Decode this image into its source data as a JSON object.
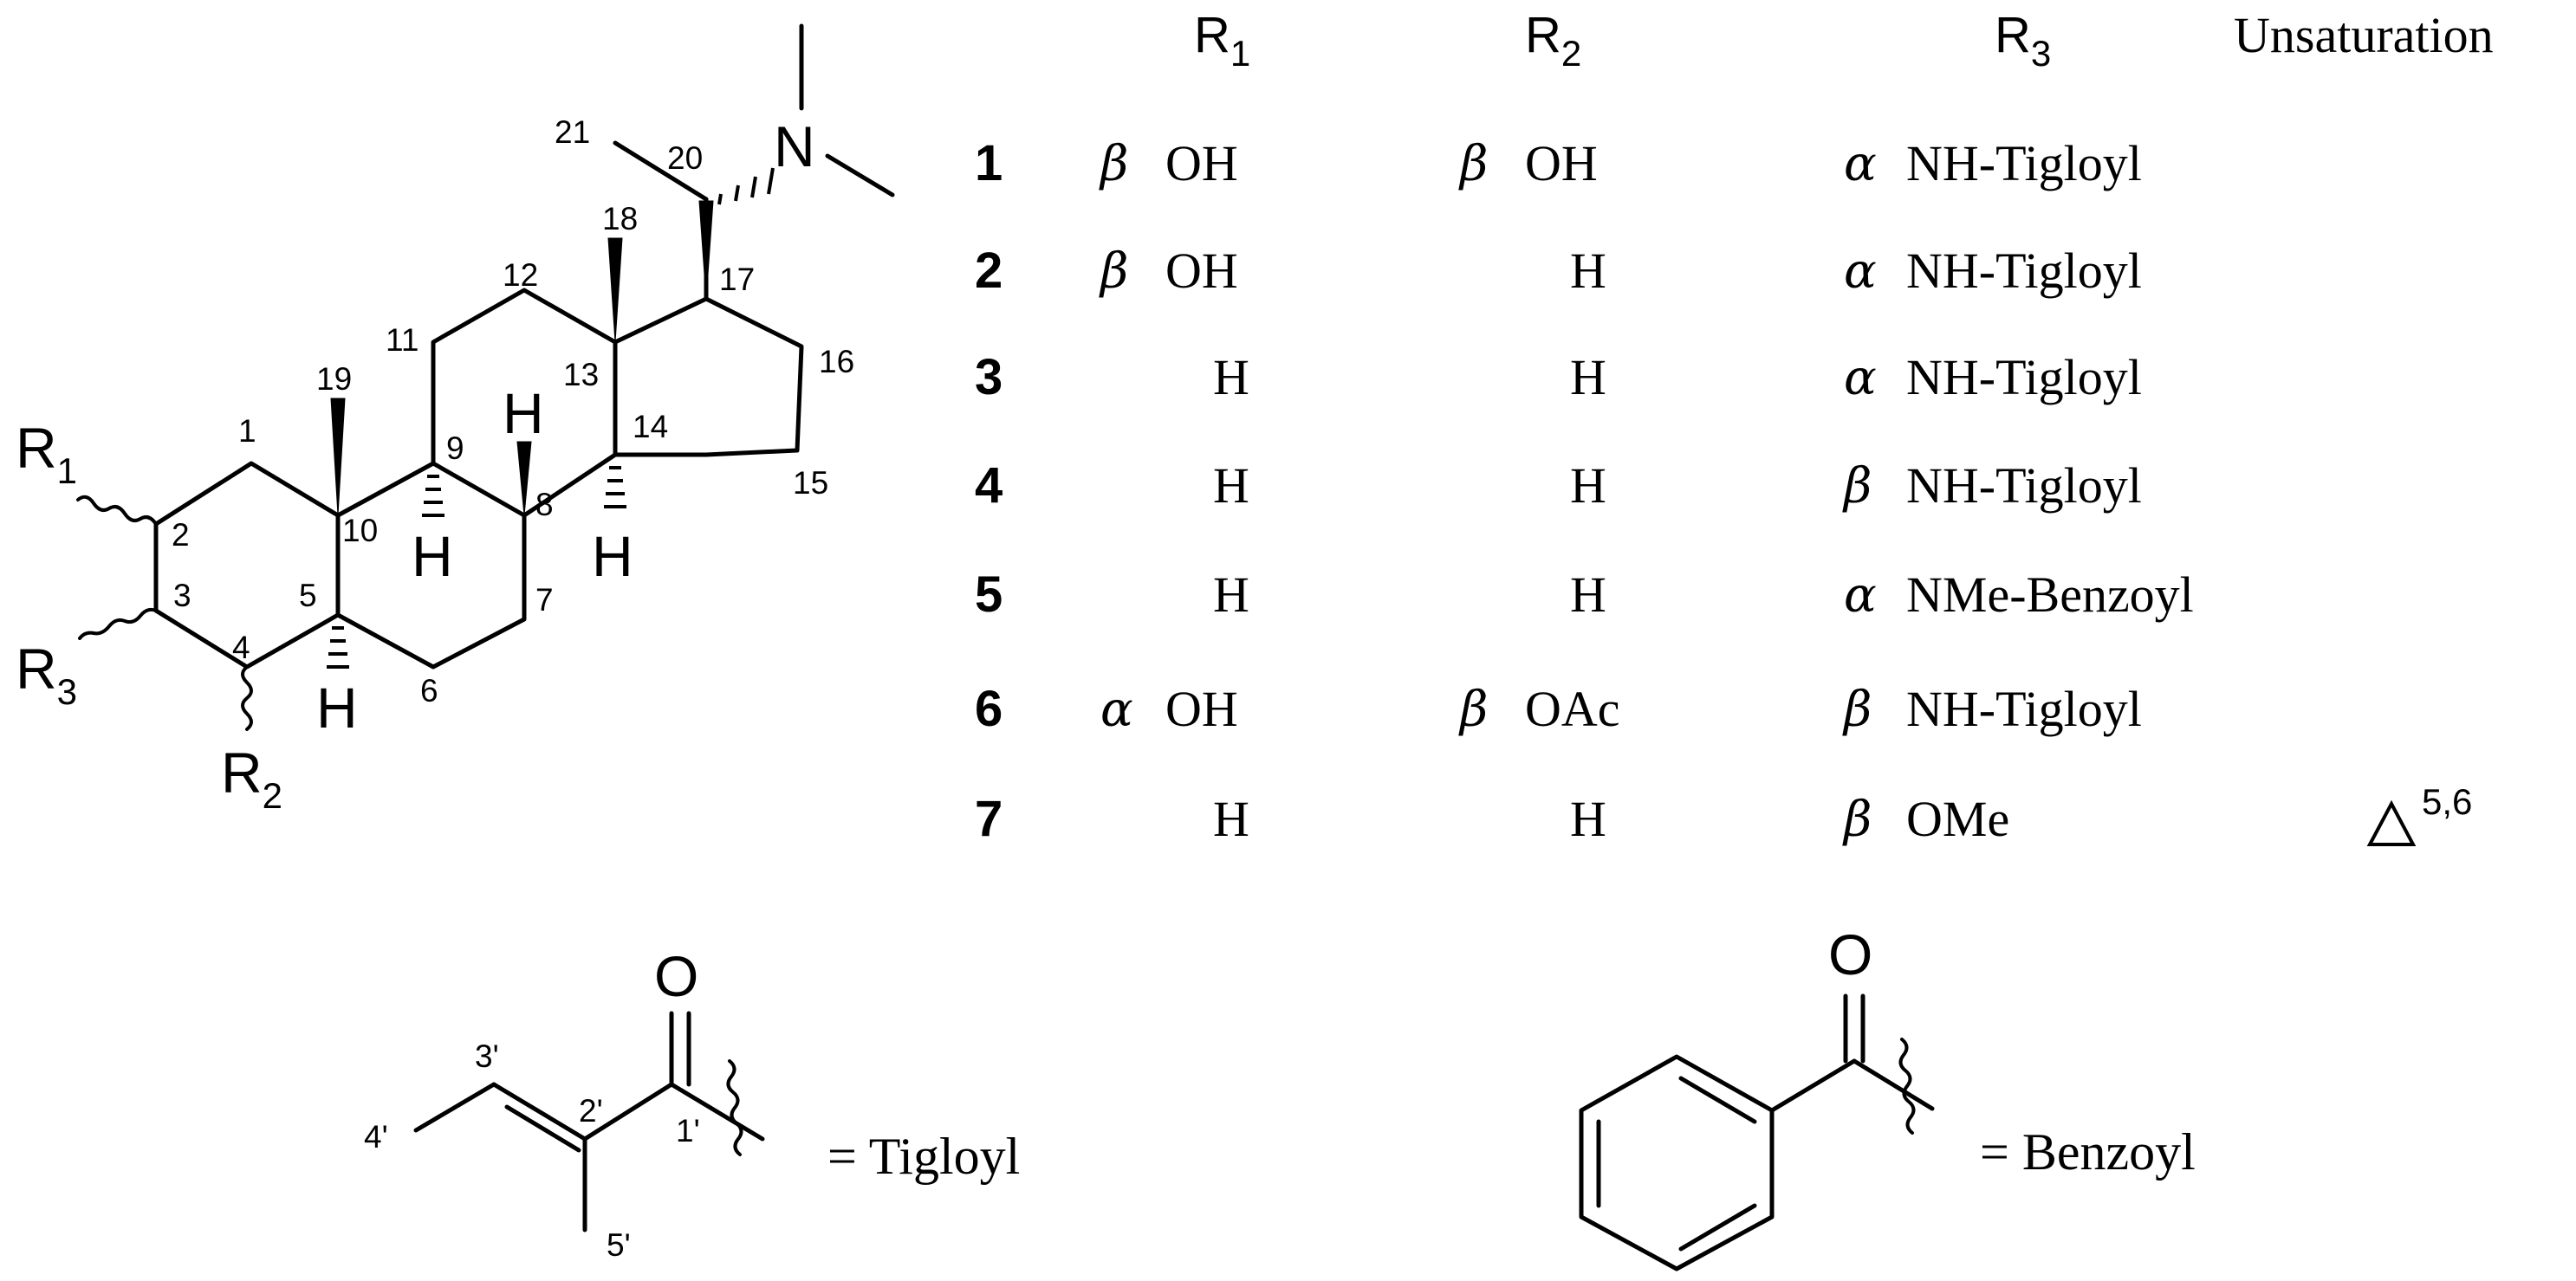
{
  "steroid": {
    "substituents": [
      "R1",
      "R2",
      "R3"
    ],
    "hydrogen_label": "H",
    "nitrogen_label": "N",
    "locants": [
      "1",
      "2",
      "3",
      "4",
      "5",
      "6",
      "7",
      "8",
      "9",
      "10",
      "11",
      "12",
      "13",
      "14",
      "15",
      "16",
      "17",
      "18",
      "19",
      "20",
      "21"
    ]
  },
  "table": {
    "headers": [
      "R1",
      "R2",
      "R3",
      "Unsaturation"
    ],
    "rows": [
      {
        "compound": "1",
        "r1_greek": "β",
        "r1": "OH",
        "r2_greek": "β",
        "r2": "OH",
        "r3_greek": "α",
        "r3": "NH-Tigloyl",
        "unsaturation": ""
      },
      {
        "compound": "2",
        "r1_greek": "β",
        "r1": "OH",
        "r2_greek": "",
        "r2": "H",
        "r3_greek": "α",
        "r3": "NH-Tigloyl",
        "unsaturation": ""
      },
      {
        "compound": "3",
        "r1_greek": "",
        "r1": "H",
        "r2_greek": "",
        "r2": "H",
        "r3_greek": "α",
        "r3": "NH-Tigloyl",
        "unsaturation": ""
      },
      {
        "compound": "4",
        "r1_greek": "",
        "r1": "H",
        "r2_greek": "",
        "r2": "H",
        "r3_greek": "β",
        "r3": "NH-Tigloyl",
        "unsaturation": ""
      },
      {
        "compound": "5",
        "r1_greek": "",
        "r1": "H",
        "r2_greek": "",
        "r2": "H",
        "r3_greek": "α",
        "r3": "NMe-Benzoyl",
        "unsaturation": ""
      },
      {
        "compound": "6",
        "r1_greek": "α",
        "r1": "OH",
        "r2_greek": "β",
        "r2": "OAc",
        "r3_greek": "β",
        "r3": "NH-Tigloyl",
        "unsaturation": ""
      },
      {
        "compound": "7",
        "r1_greek": "",
        "r1": "H",
        "r2_greek": "",
        "r2": "H",
        "r3_greek": "β",
        "r3": "OMe",
        "unsaturation": "Δ5,6"
      }
    ]
  },
  "tigloyl": {
    "oxygen": "O",
    "locants": [
      "1'",
      "2'",
      "3'",
      "4'",
      "5'"
    ],
    "equals_label": "= Tigloyl"
  },
  "benzoyl": {
    "oxygen": "O",
    "equals_label": "= Benzoyl"
  }
}
